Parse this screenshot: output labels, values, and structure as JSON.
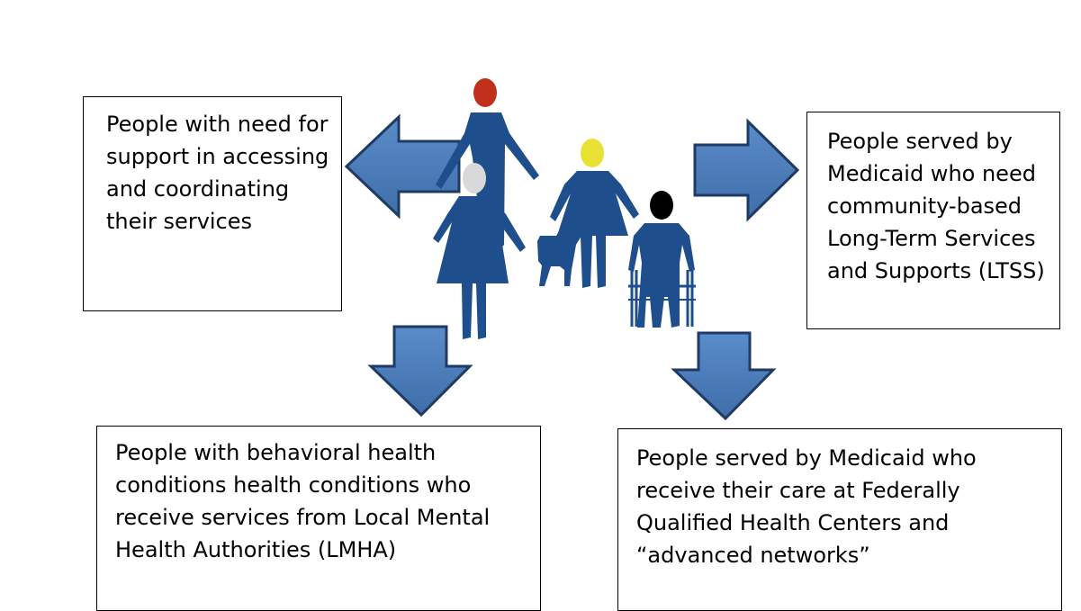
{
  "boxes": {
    "top_left": "People with need for support in accessing and coordinating their services",
    "top_right": "People served by Medicaid who need community-based Long-Term Services and Supports (LTSS)",
    "bottom_left": "People with behavioral health conditions health conditions who receive services from Local Mental Health Authorities (LMHA)",
    "bottom_right": "People served by Medicaid who receive their care at Federally Qualified Health Centers and “advanced networks”"
  },
  "colors": {
    "figure_blue": "#1f4e8c",
    "arrow_fill": "#4f81bd",
    "arrow_stroke": "#385d8a",
    "head_red": "#c0311b",
    "head_yellow": "#e8e033",
    "head_grey": "#d9d9d9",
    "head_black": "#000000"
  },
  "icons": [
    "arrow-left-icon",
    "arrow-right-icon",
    "arrow-down-icon",
    "person-icon",
    "dog-icon",
    "wheelchair-icon"
  ]
}
